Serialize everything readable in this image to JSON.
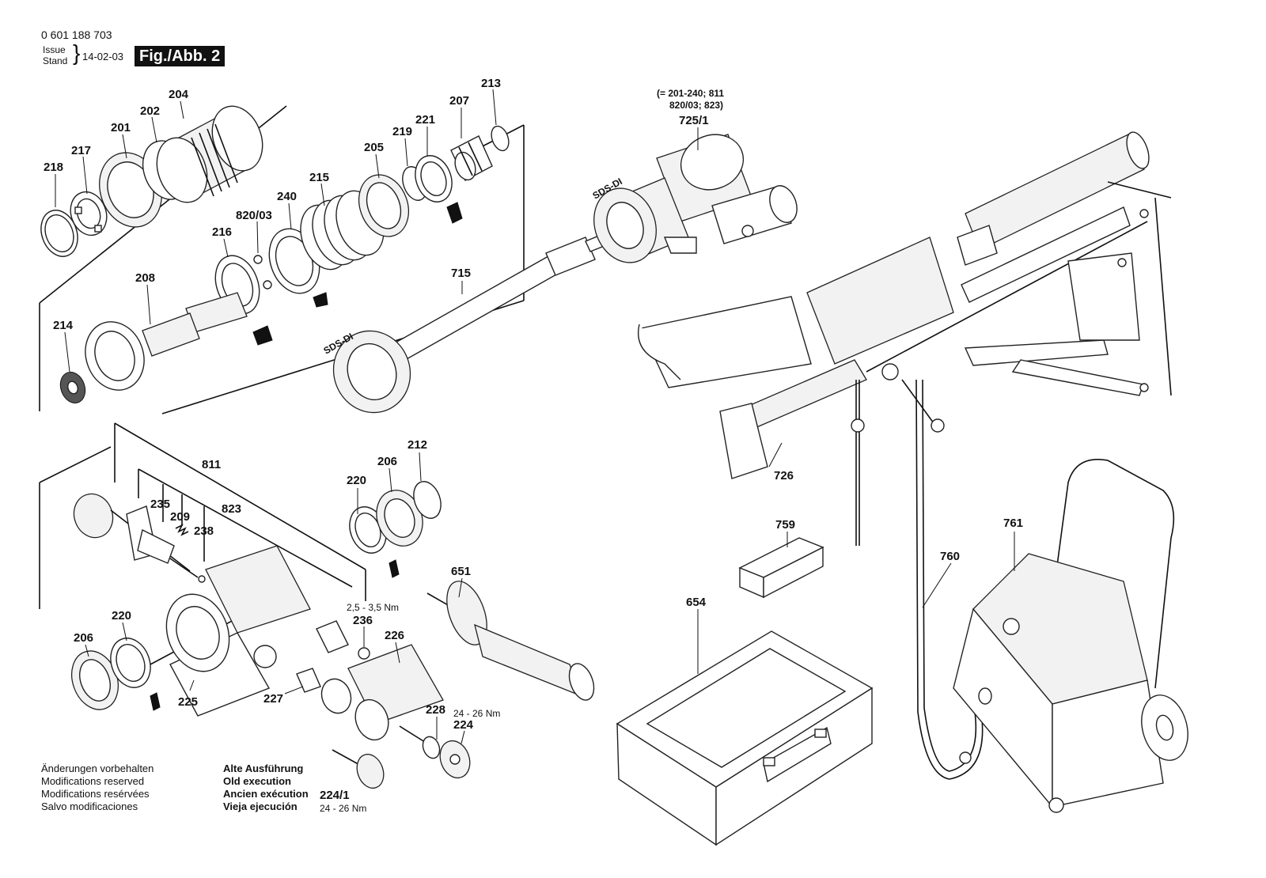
{
  "header": {
    "doc_number": "0 601 188 703",
    "issue_label": "Issue",
    "stand_label": "Stand",
    "issue_date": "14-02-03",
    "figure_label": "Fig./Abb. 2"
  },
  "callouts": {
    "p201": "201",
    "p202": "202",
    "p204": "204",
    "p217": "217",
    "p218": "218",
    "p219": "219",
    "p221": "221",
    "p207": "207",
    "p213": "213",
    "p205": "205",
    "p215": "215",
    "p240": "240",
    "p820_03": "820/03",
    "p216": "216",
    "p208": "208",
    "p214": "214",
    "p715": "715",
    "p725_1": "725/1",
    "p725_1_note_line1": "(= 201-240; 811",
    "p725_1_note_line2": "820/03; 823)",
    "sds_di_top": "SDS-DI",
    "sds_di_mid": "SDS-DI",
    "p726": "726",
    "p759": "759",
    "p654": "654",
    "p760": "760",
    "p761": "761",
    "p811": "811",
    "p235": "235",
    "p209": "209",
    "p238": "238",
    "p823": "823",
    "p220a": "220",
    "p206a": "206",
    "p212": "212",
    "p651": "651",
    "torque_236": "2,5 - 3,5 Nm",
    "p236": "236",
    "p226": "226",
    "p220b": "220",
    "p206b": "206",
    "p225": "225",
    "p227": "227",
    "p228": "228",
    "torque_224": "24 - 26 Nm",
    "p224": "224",
    "p224_1": "224/1",
    "torque_224_1": "24 - 26 Nm"
  },
  "footer": {
    "modifications": [
      "Änderungen vorbehalten",
      "Modifications reserved",
      "Modifications resérvées",
      "Salvo modificaciones"
    ],
    "old_execution": [
      "Alte Ausführung",
      "Old execution",
      "Ancien exécution",
      "Vieja ejecución"
    ]
  }
}
